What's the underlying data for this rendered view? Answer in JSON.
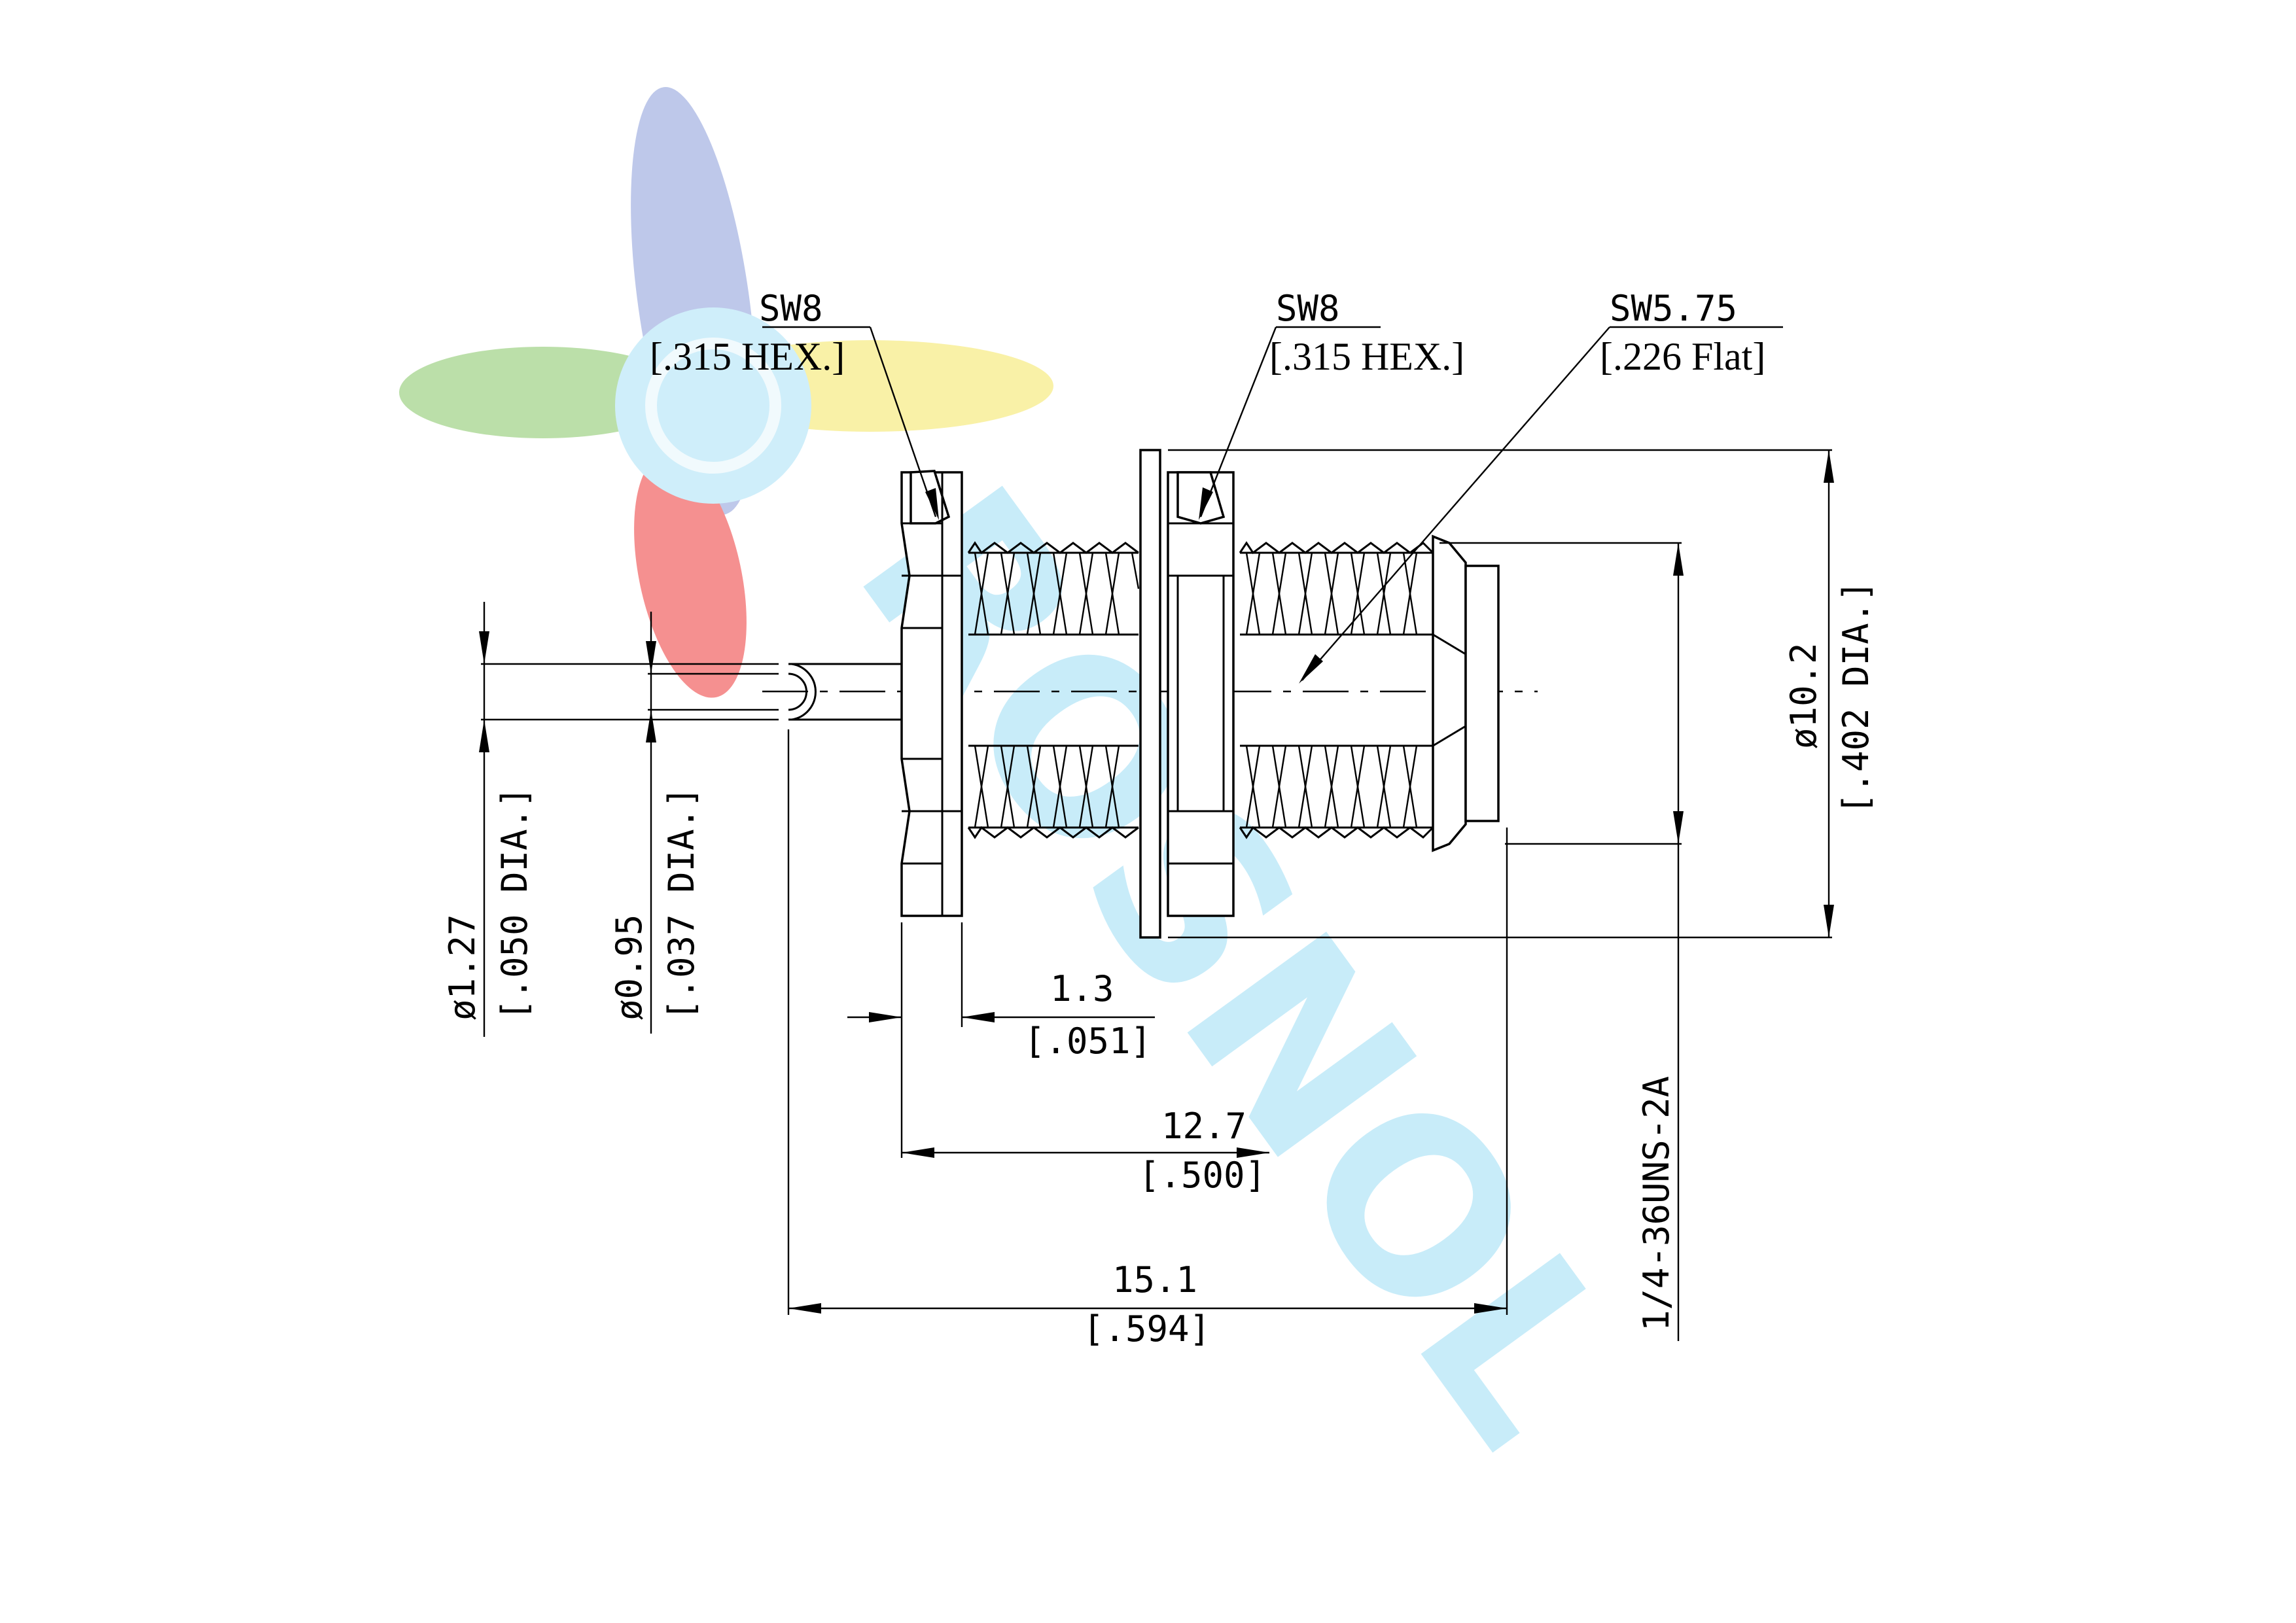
{
  "logo": {
    "text": "ROSNOL",
    "colors": {
      "blue": "#a9b6e3",
      "red": "#f26b6b",
      "yellow": "#f7ec8a",
      "green": "#a5d48c",
      "cyan": "#bfe9f8"
    }
  },
  "callouts": {
    "nut_left": {
      "line1": "SW8",
      "line2": "[.315 HEX.]"
    },
    "nut_right": {
      "line1": "SW8",
      "line2": "[.315 HEX.]"
    },
    "flat": {
      "line1": "SW5.75",
      "line2": "[.226 Flat]"
    }
  },
  "dimensions": {
    "pin_outer": {
      "mm": "ø1.27",
      "inch": "[.050 DIA.]"
    },
    "pin_inner": {
      "mm": "ø0.95",
      "inch": "[.037 DIA.]"
    },
    "body_dia": {
      "mm": "ø10.2",
      "inch": "[.402 DIA.]"
    },
    "thread": {
      "spec": "1/4-36UNS-2A"
    },
    "nut_thick": {
      "mm": "1.3",
      "inch": "[.051]"
    },
    "length_a": {
      "mm": "12.7",
      "inch": "[.500]"
    },
    "length_b": {
      "mm": "15.1",
      "inch": "[.594]"
    }
  }
}
